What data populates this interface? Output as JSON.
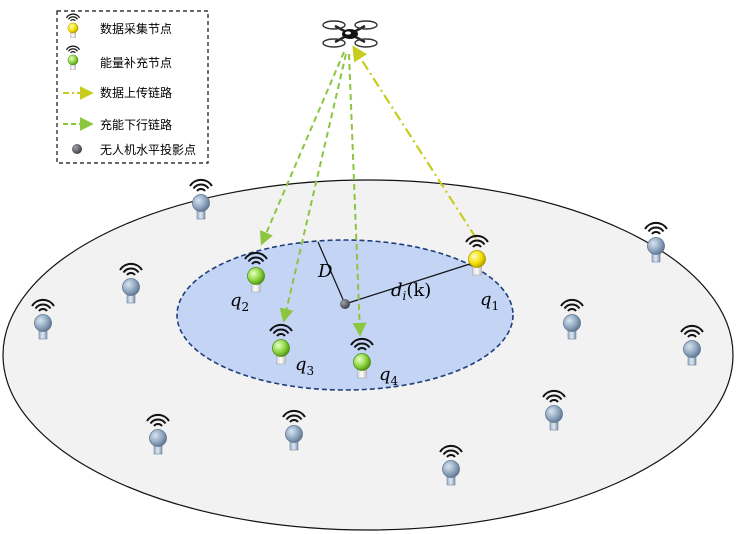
{
  "legend": {
    "data_node": "数据采集节点",
    "energy_node": "能量补充节点",
    "uplink": "数据上传链路",
    "downlink": "充能下行链路",
    "uav_projection": "无人机水平投影点"
  },
  "labels": {
    "radius": "D",
    "distance": "d",
    "distance_sub": "i",
    "distance_arg": "(k)",
    "q1": "q",
    "q1_sub": "1",
    "q2": "q",
    "q2_sub": "2",
    "q3": "q",
    "q3_sub": "3",
    "q4": "q",
    "q4_sub": "4"
  },
  "colors": {
    "data_node": "#f5e000",
    "energy_node": "#8ad43c",
    "plain_node": "#8fa6bf",
    "uplink": "#c8cc1e",
    "downlink": "#8cc63f",
    "inner_region": "#c3d4f5",
    "inner_border": "#1f3f7a",
    "outer_region": "#f2f2f2"
  },
  "icons": {
    "uav": "quadcopter-icon",
    "node_signal": "wifi-signal-icon",
    "projection": "dot-icon"
  }
}
